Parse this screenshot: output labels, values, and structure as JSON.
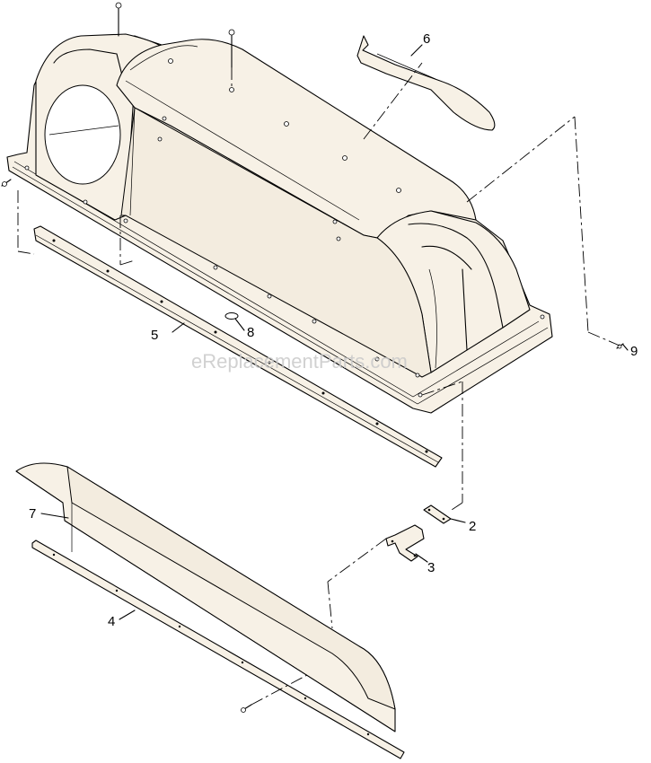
{
  "watermark": "eReplacementParts.com",
  "callouts": [
    {
      "id": "1",
      "text": "2"
    },
    {
      "id": "2",
      "text": "3"
    },
    {
      "id": "3",
      "text": "4"
    },
    {
      "id": "4",
      "text": "5"
    },
    {
      "id": "5",
      "text": "6"
    },
    {
      "id": "6",
      "text": "7"
    },
    {
      "id": "7",
      "text": "8"
    },
    {
      "id": "8",
      "text": "9"
    }
  ]
}
